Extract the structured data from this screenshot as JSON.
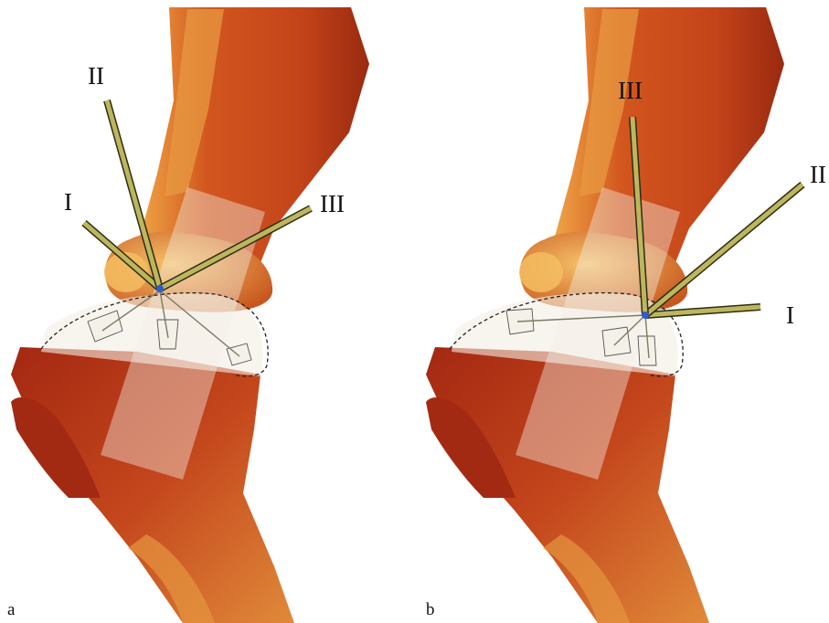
{
  "colors": {
    "background": "#ffffff",
    "bone_dark": "#8f1f0e",
    "bone_mid": "#c8481c",
    "bone_light": "#eca04a",
    "overlay": "#f2eee4",
    "rod_fill": "#bcb65e",
    "rod_edge": "#2f2c14",
    "entry_point": "#2f5bd1"
  },
  "panels": [
    {
      "panel_label": "a",
      "rod_labels": {
        "one": "I",
        "two": "II",
        "three": "III"
      }
    },
    {
      "panel_label": "b",
      "rod_labels": {
        "one": "I",
        "two": "II",
        "three": "III"
      }
    }
  ]
}
